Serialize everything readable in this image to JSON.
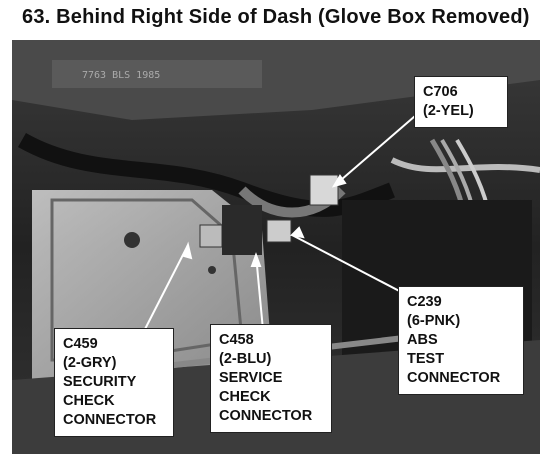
{
  "title": "63. Behind Right Side of Dash (Glove Box Removed)",
  "photo_label": "7763 BLS 1985",
  "callouts": {
    "c706": {
      "code": "C706",
      "type": "(2-YEL)",
      "desc": []
    },
    "c239": {
      "code": "C239",
      "type": "(6-PNK)",
      "desc": [
        "ABS",
        "TEST",
        "CONNECTOR"
      ]
    },
    "c459": {
      "code": "C459",
      "type": "(2-GRY)",
      "desc": [
        "SECURITY",
        "CHECK",
        "CONNECTOR"
      ]
    },
    "c458": {
      "code": "C458",
      "type": "(2-BLU)",
      "desc": [
        "SERVICE",
        "CHECK",
        "CONNECTOR"
      ]
    }
  }
}
